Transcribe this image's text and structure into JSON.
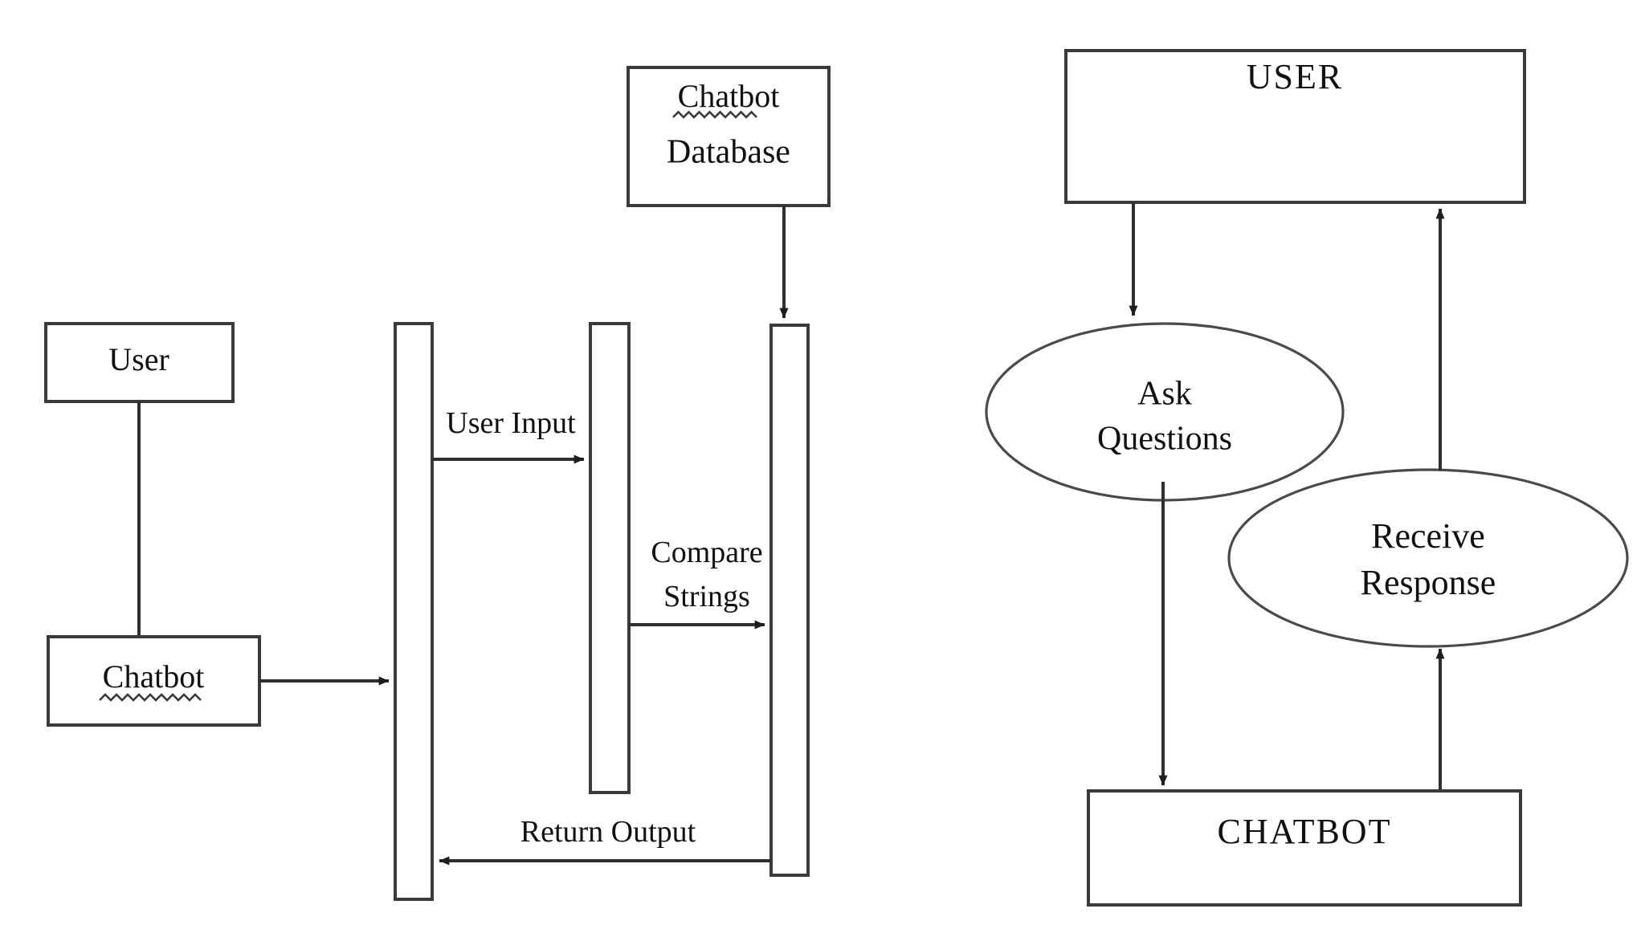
{
  "figure": {
    "title": "Chatbot sequence diagram and chatbot interaction flow diagram",
    "background_color": "#ffffff",
    "line_color": "#2f2f2f",
    "text_color": "#111111"
  },
  "left_diagram": {
    "name": "chatbot-sequence-diagram",
    "nodes": {
      "user": {
        "label": "User"
      },
      "chatbot": {
        "label": "Chatbot",
        "has_spellcheck_underline": true
      },
      "chatbot_database": {
        "line1": "Chatbot",
        "line2": "Database",
        "has_spellcheck_underline": true
      }
    },
    "lifelines": [
      {
        "name": "lifeline-chatbot"
      },
      {
        "name": "lifeline-processor"
      },
      {
        "name": "lifeline-database"
      }
    ],
    "messages": [
      {
        "name": "message-user-input",
        "label": "User Input",
        "direction": "right"
      },
      {
        "name": "message-compare-strings",
        "line1": "Compare",
        "line2": "Strings",
        "direction": "right"
      },
      {
        "name": "message-return-output",
        "label": "Return Output",
        "direction": "left"
      }
    ],
    "connectors": [
      {
        "name": "connector-user-to-chatbot",
        "style": "plain"
      },
      {
        "name": "connector-chatbot-to-lifeline",
        "style": "arrow"
      },
      {
        "name": "connector-database-to-lifeline",
        "style": "arrow"
      }
    ]
  },
  "right_diagram": {
    "name": "chatbot-interaction-flow-diagram",
    "nodes": {
      "user": {
        "label": "USER",
        "shape": "rectangle"
      },
      "chatbot": {
        "label": "CHATBOT",
        "shape": "rectangle"
      },
      "ask_questions": {
        "line1": "Ask",
        "line2": "Questions",
        "shape": "ellipse"
      },
      "receive_response": {
        "line1": "Receive",
        "line2": "Response",
        "shape": "ellipse"
      }
    },
    "flows": [
      {
        "name": "flow-user-to-ask-questions",
        "from": "USER",
        "to": "Ask Questions",
        "direction": "down"
      },
      {
        "name": "flow-ask-questions-to-chatbot",
        "from": "Ask Questions",
        "to": "CHATBOT",
        "direction": "down"
      },
      {
        "name": "flow-chatbot-to-receive-response",
        "from": "CHATBOT",
        "to": "Receive Response",
        "direction": "up"
      },
      {
        "name": "flow-receive-response-to-user",
        "from": "Receive Response",
        "to": "USER",
        "direction": "up"
      }
    ]
  }
}
